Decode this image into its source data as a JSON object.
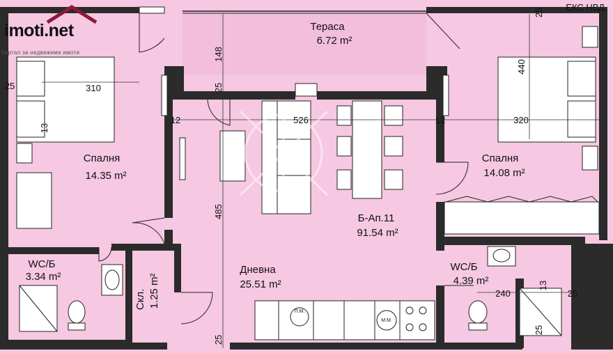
{
  "watermark": {
    "logo_text": "imoti.net",
    "logo_subtitle": "портал за недвижими имоти",
    "corner_text": "ЕКС НВД"
  },
  "plan": {
    "title": "Б-Ап.11",
    "total_area": "91.54 m²",
    "rooms": [
      {
        "id": "terrace",
        "name": "Тераса",
        "area": "6.72 m²"
      },
      {
        "id": "bedroom-left",
        "name": "Спалня",
        "area": "14.35 m²"
      },
      {
        "id": "bedroom-right",
        "name": "Спалня",
        "area": "14.08 m²"
      },
      {
        "id": "living",
        "name": "Дневна",
        "area": "25.51 m²"
      },
      {
        "id": "wc-left",
        "name": "WC/Б",
        "area": "3.34 m²"
      },
      {
        "id": "wc-right",
        "name": "WC/Б",
        "area": "4.39 m²"
      },
      {
        "id": "storage",
        "name": "Скл.",
        "area": "1.25 m²"
      }
    ],
    "dimensions": [
      "148",
      "25",
      "310",
      "25",
      "13",
      "526",
      "12",
      "12",
      "440",
      "320",
      "485",
      "240",
      "13",
      "25",
      "25",
      "25",
      "25"
    ],
    "appliances": {
      "dishwasher": "П.М.",
      "washer": "М.М."
    }
  },
  "colors": {
    "floor": "#f6c8e2",
    "wall": "#2b2b2b",
    "furniture_fill": "#ffffff"
  }
}
